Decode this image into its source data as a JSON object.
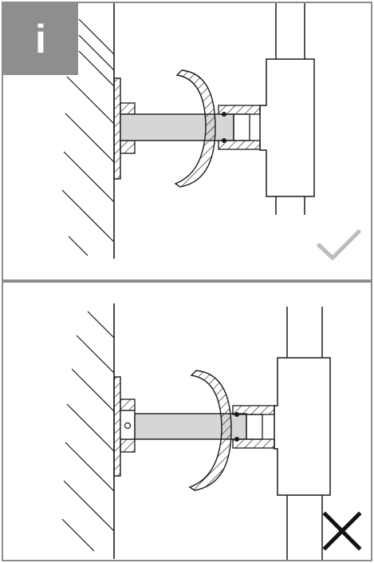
{
  "info_badge": {
    "symbol": "i",
    "icon": "info-icon",
    "color": "#8e8e8e"
  },
  "panels": [
    {
      "id": "top",
      "variant": "correct-installation",
      "status_icon": "checkmark-icon",
      "status_color": "#bdbdbd"
    },
    {
      "id": "bottom",
      "variant": "incorrect-installation",
      "status_icon": "cross-icon",
      "status_color": "#111111"
    }
  ],
  "colors": {
    "frame": "#8c8c8c",
    "stroke": "#1a1a1a",
    "bracket_fill": "#d6d6d6",
    "hatch": "#222222"
  }
}
